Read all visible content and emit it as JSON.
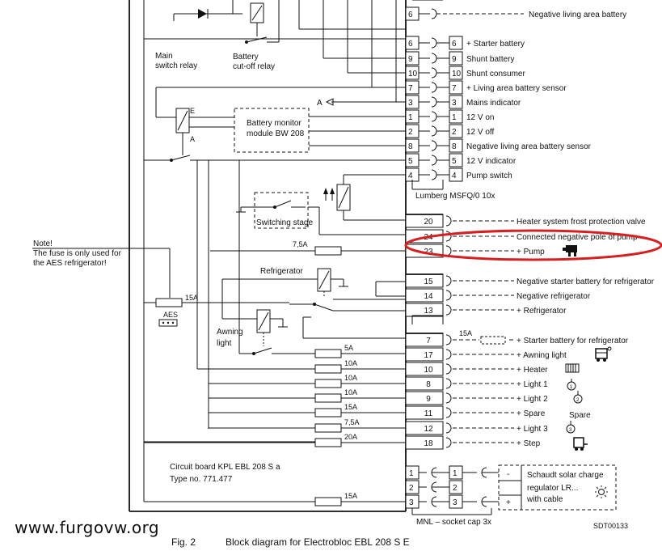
{
  "right_pins": [
    {
      "num": "6",
      "label": "Negative living area battery"
    },
    {
      "num": "6",
      "label": "+ Starter battery"
    },
    {
      "num": "9",
      "label": "Shunt battery"
    },
    {
      "num": "10",
      "label": "Shunt consumer"
    },
    {
      "num": "7",
      "label": "+ Living area battery sensor"
    },
    {
      "num": "3",
      "label": "Mains indicator"
    },
    {
      "num": "1",
      "label": "12 V on"
    },
    {
      "num": "2",
      "label": "12 V off"
    },
    {
      "num": "8",
      "label": "Negative living area battery sensor"
    },
    {
      "num": "5",
      "label": "12 V indicator"
    },
    {
      "num": "4",
      "label": "Pump switch"
    }
  ],
  "lumberg_label": "Lumberg MSFQ/0 10x",
  "outputs": [
    {
      "num": "20",
      "label": "Heater system frost protection valve"
    },
    {
      "num": "24",
      "label": "Connected negative pole of pump"
    },
    {
      "num": "23",
      "label": "+ Pump"
    },
    {
      "num": "15",
      "label": "Negative starter battery for refrigerator"
    },
    {
      "num": "14",
      "label": "Negative refrigerator"
    },
    {
      "num": "13",
      "label": "+ Refrigerator"
    },
    {
      "num": "7",
      "label": "+ Starter battery for refrigerator"
    },
    {
      "num": "17",
      "label": "+ Awning light"
    },
    {
      "num": "10",
      "label": "+ Heater"
    },
    {
      "num": "8",
      "label": "+ Light 1"
    },
    {
      "num": "9",
      "label": "+ Light 2"
    },
    {
      "num": "11",
      "label": "+ Spare"
    },
    {
      "num": "12",
      "label": "+ Light 3"
    },
    {
      "num": "18",
      "label": "+ Step"
    }
  ],
  "fuses": [
    "5A",
    "10A",
    "10A",
    "10A",
    "15A",
    "7,5A",
    "20A"
  ],
  "fuse_pump": "7,5A",
  "fuse_aes": "15A",
  "fuse_starter": "15A",
  "fuse_solar": "15A",
  "spare_label": "Spare",
  "aes_label": "AES",
  "labels": {
    "main_switch_relay_1": "Main",
    "main_switch_relay_2": "switch relay",
    "battery_cutoff_1": "Battery",
    "battery_cutoff_2": "cut-off relay",
    "battery_monitor_1": "Battery monitor",
    "battery_monitor_2": "module BW 208",
    "switching_stage": "Switching stage",
    "refrigerator": "Refrigerator",
    "awning_light_1": "Awning",
    "awning_light_2": "light",
    "relay_e": "E",
    "relay_a": "A",
    "arrow_a": "A",
    "note_1": "Note!",
    "note_2": "The fuse is only used for",
    "note_3": "the AES refrigerator!",
    "circuit_board_1": "Circuit board KPL EBL 208 S a",
    "circuit_board_2": "Type no. 771.477"
  },
  "solar": {
    "pins": [
      "1",
      "2",
      "3"
    ],
    "pins2": [
      "1",
      "2",
      "3"
    ],
    "minus": "-",
    "plus": "+",
    "line1": "Schaudt solar charge",
    "line2": "regulator LR...",
    "line3": "with cable",
    "mnl": "MNL – socket cap 3x"
  },
  "footer": {
    "watermark": "www.furgovw.org",
    "fig": "Fig. 2",
    "caption": "Block diagram for Electrobloc EBL 208 S E",
    "code": "SDT00133"
  },
  "highlight_color": "#d42020"
}
